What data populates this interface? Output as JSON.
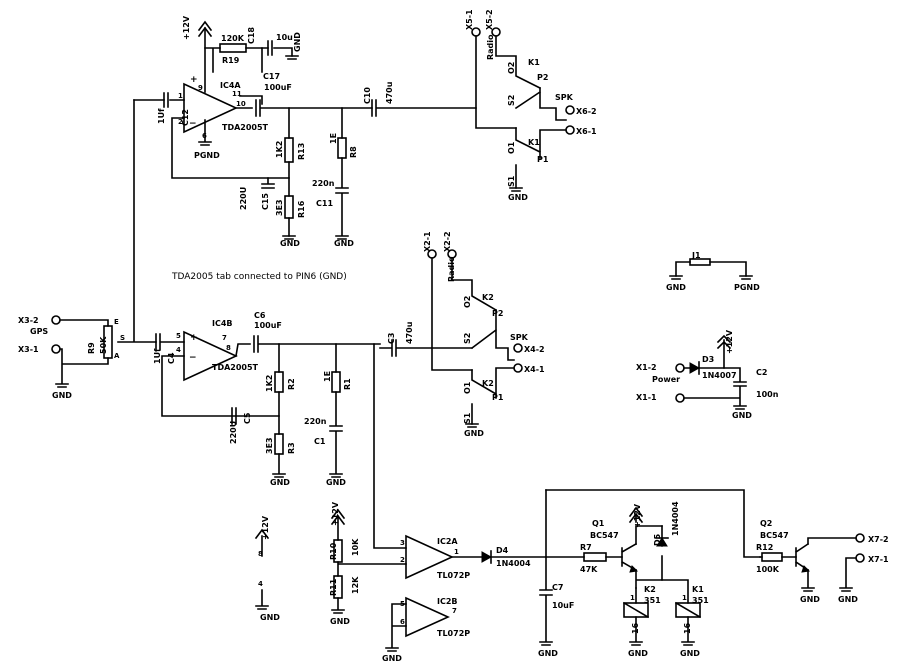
{
  "labels": {
    "v12_top": "+12V",
    "r19_val": "120K",
    "r19_name": "R19",
    "c18_name": "C18",
    "c18_val": "10u",
    "gnd": "GND",
    "pgnd": "PGND",
    "ic4a": "IC4A",
    "ic4a_type": "TDA2005T",
    "c17_name": "C17",
    "c17_val": "100uF",
    "c12_val": "1Uf",
    "c12_name": "C12",
    "pin9": "9",
    "pin11": "11",
    "pin10": "10",
    "pin1": "1",
    "pin2": "2",
    "pin6": "6",
    "c10_name": "C10",
    "c10_val": "470u",
    "r13_name": "R13",
    "r13_val": "1K2",
    "r8_name": "R8",
    "r8_val": "1E",
    "c15_name": "C15",
    "c15_val": "220U",
    "r16_name": "R16",
    "r16_val": "3E3",
    "c11_val": "220n",
    "c11_name": "C11",
    "x5_1": "X5-1",
    "x5_2": "X5-2",
    "radio": "Radio",
    "k1": "K1",
    "o2": "O2",
    "p2": "P2",
    "s2": "S2",
    "spk": "SPK",
    "x6_2": "X6-2",
    "x6_1": "X6-1",
    "o1": "O1",
    "p1": "P1",
    "s1": "S1",
    "note": "TDA2005 tab connected to PIN6 (GND)",
    "x2_1": "X2-1",
    "x2_2": "X2-2",
    "k2": "K2",
    "x4_2": "X4-2",
    "x4_1": "X4-1",
    "j1": "J1",
    "x3_2": "X3-2",
    "gps": "GPS",
    "x3_1": "X3-1",
    "r9_name": "R9",
    "r9_val": "50K",
    "pin_a": "A",
    "pin_e": "E",
    "pin_s": "S",
    "c4_val": "1Uf",
    "c4_name": "C4",
    "ic4b": "IC4B",
    "ic4b_type": "TDA2005T",
    "pin5": "5",
    "pin4": "4",
    "pin7": "7",
    "pin8": "8",
    "pin3": "3",
    "c6_name": "C6",
    "c6_val": "100uF",
    "c3_name": "C3",
    "c3_val": "470u",
    "r2_name": "R2",
    "r2_val": "1K2",
    "r1_name": "R1",
    "r1_val": "1E",
    "c5_name": "C5",
    "c5_val": "220U",
    "r3_name": "R3",
    "r3_val": "3E3",
    "c1_val": "220n",
    "c1_name": "C1",
    "x1_2": "X1-2",
    "power": "Power",
    "d3": "D3",
    "d3_type": "1N4007",
    "c2": "C2",
    "c2_val": "100n",
    "x1_1": "X1-1",
    "r10_name": "R10",
    "r10_val": "10K",
    "r11_name": "R11",
    "r11_val": "12K",
    "ic2a": "IC2A",
    "ic2a_type": "TL072P",
    "ic2b": "IC2B",
    "ic2b_type": "TL072P",
    "d4": "D4",
    "d4_type": "1N4004",
    "r7": "R7",
    "r7_val": "47K",
    "c7": "C7",
    "c7_val": "10uF",
    "q1": "Q1",
    "q1_type": "BC547",
    "d5": "D5",
    "d5_type": "1N4004",
    "k2_coil": "K2",
    "k1_coil": "K1",
    "k_type": "351",
    "pin16": "16",
    "q2": "Q2",
    "q2_type": "BC547",
    "r12": "R12",
    "r12_val": "100K",
    "x7_2": "X7-2",
    "x7_1": "X7-1"
  }
}
